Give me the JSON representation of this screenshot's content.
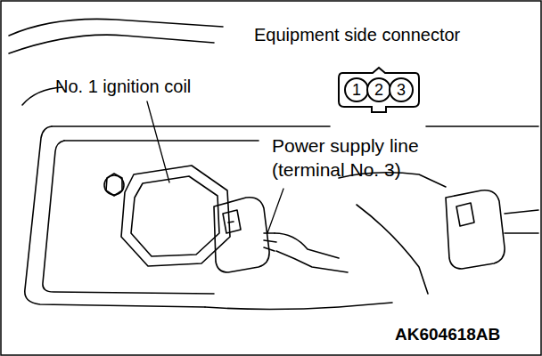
{
  "diagram": {
    "nodes": [
      {
        "text": [
          "Equipment side connector"
        ]
      },
      {
        "text": [
          "1"
        ],
        "in": 0
      },
      {
        "text": [
          "2"
        ],
        "in": 0
      },
      {
        "text": [
          "3"
        ],
        "in": 0
      }
    ],
    "labels": [
      "No. 1 ignition coil",
      "Power supply line (terminal No. 3)",
      "AK604618AB"
    ]
  }
}
